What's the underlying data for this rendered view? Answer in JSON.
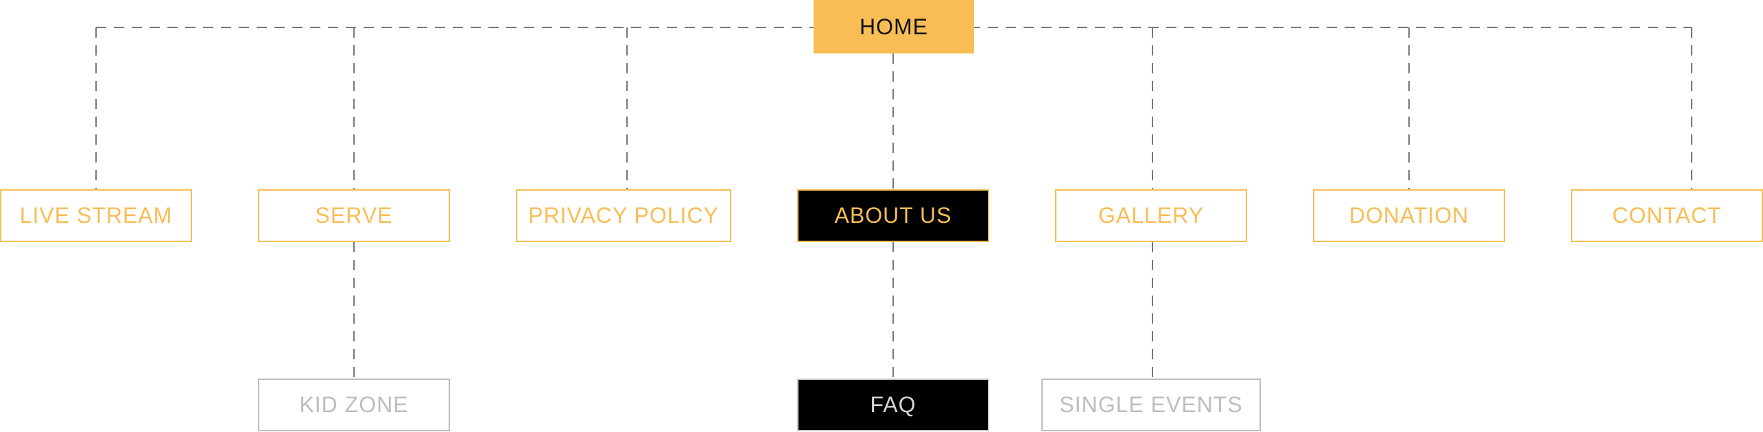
{
  "sitemap": {
    "root": {
      "label": "HOME"
    },
    "primary": [
      {
        "label": "LIVE STREAM"
      },
      {
        "label": "SERVE"
      },
      {
        "label": "PRIVACY POLICY"
      },
      {
        "label": "ABOUT US"
      },
      {
        "label": "GALLERY"
      },
      {
        "label": "DONATION"
      },
      {
        "label": "CONTACT"
      }
    ],
    "secondary": [
      {
        "label": "KID ZONE"
      },
      {
        "label": "FAQ"
      },
      {
        "label": "SINGLE EVENTS"
      }
    ]
  },
  "colors": {
    "accent": "#f8bd55",
    "active_background": "#000000",
    "inactive_text": "#bdbdbd",
    "connector": "#777777",
    "background": "#ffffff"
  }
}
